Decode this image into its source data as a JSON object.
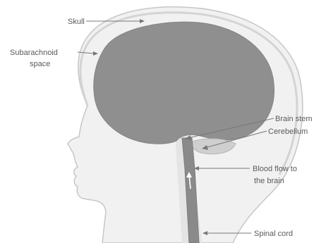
{
  "labels": {
    "skull": "Skull",
    "subarachnoid_line1": "Subarachnoid",
    "subarachnoid_line2": "space",
    "brain_stem": "Brain stem",
    "cerebellum": "Cerebellum",
    "blood_flow_line1": "Blood flow to",
    "blood_flow_line2": "the brain",
    "spinal_cord": "Spinal cord"
  },
  "colors": {
    "background": "#ffffff",
    "brain": "#8f8f8f",
    "stem": "#8a8a8a",
    "head_fill": "#f1f1f1",
    "outline": "#bdbdbd",
    "leader": "#777777",
    "text": "#5a5a5a"
  }
}
